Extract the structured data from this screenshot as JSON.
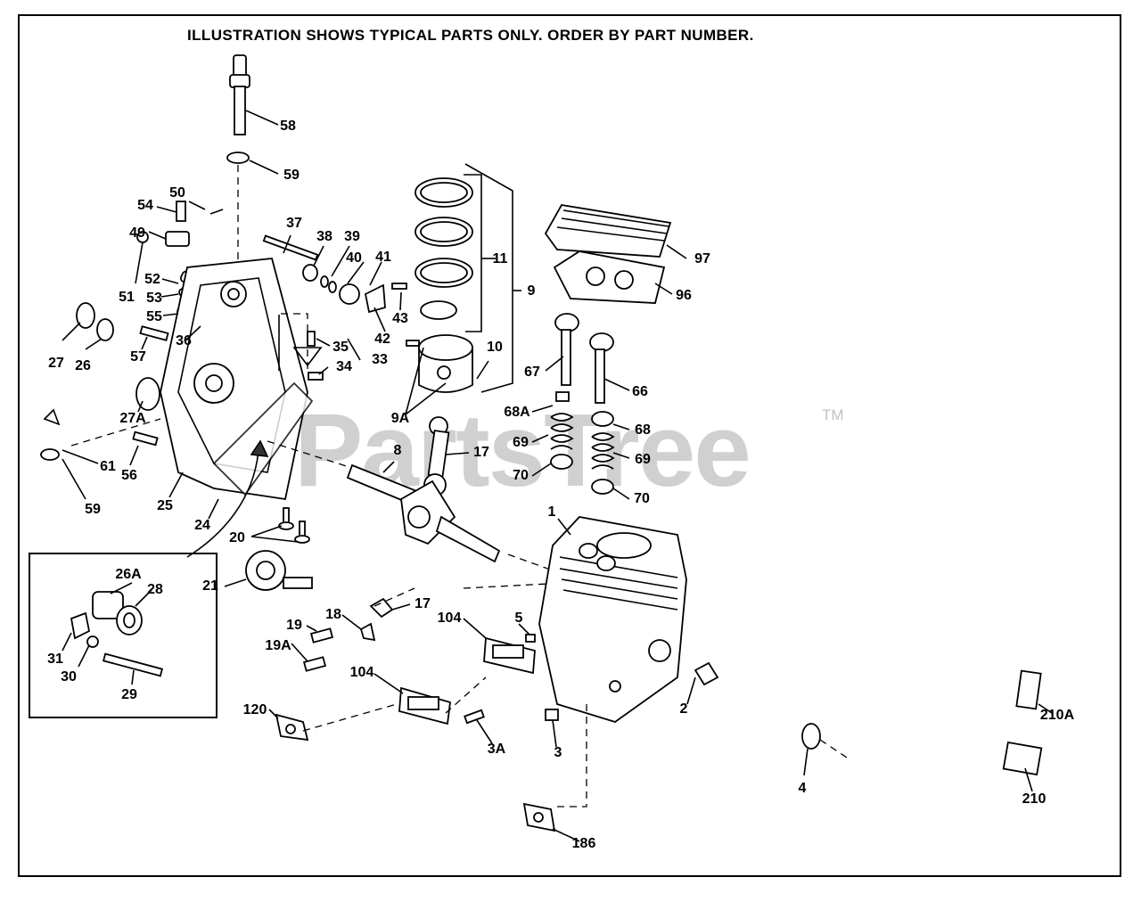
{
  "header": {
    "text": "ILLUSTRATION SHOWS TYPICAL PARTS ONLY. ORDER BY PART NUMBER."
  },
  "watermark": {
    "text": "PartsTree",
    "tm": "TM",
    "color": "#9a9a9a"
  },
  "callouts": [
    "58",
    "59",
    "50",
    "54",
    "49",
    "51",
    "52",
    "53",
    "55",
    "27",
    "26",
    "57",
    "36",
    "37",
    "38",
    "39",
    "40",
    "41",
    "42",
    "43",
    "35",
    "34",
    "33",
    "11",
    "9",
    "10",
    "97",
    "96",
    "67",
    "66",
    "68A",
    "68",
    "69",
    "70",
    "9A",
    "17",
    "8",
    "27A",
    "61",
    "56",
    "25",
    "24",
    "59",
    "20",
    "21",
    "1",
    "26A",
    "28",
    "31",
    "30",
    "29",
    "19",
    "19A",
    "18",
    "104",
    "5",
    "120",
    "3A",
    "3",
    "2",
    "4",
    "186",
    "210A",
    "210"
  ]
}
